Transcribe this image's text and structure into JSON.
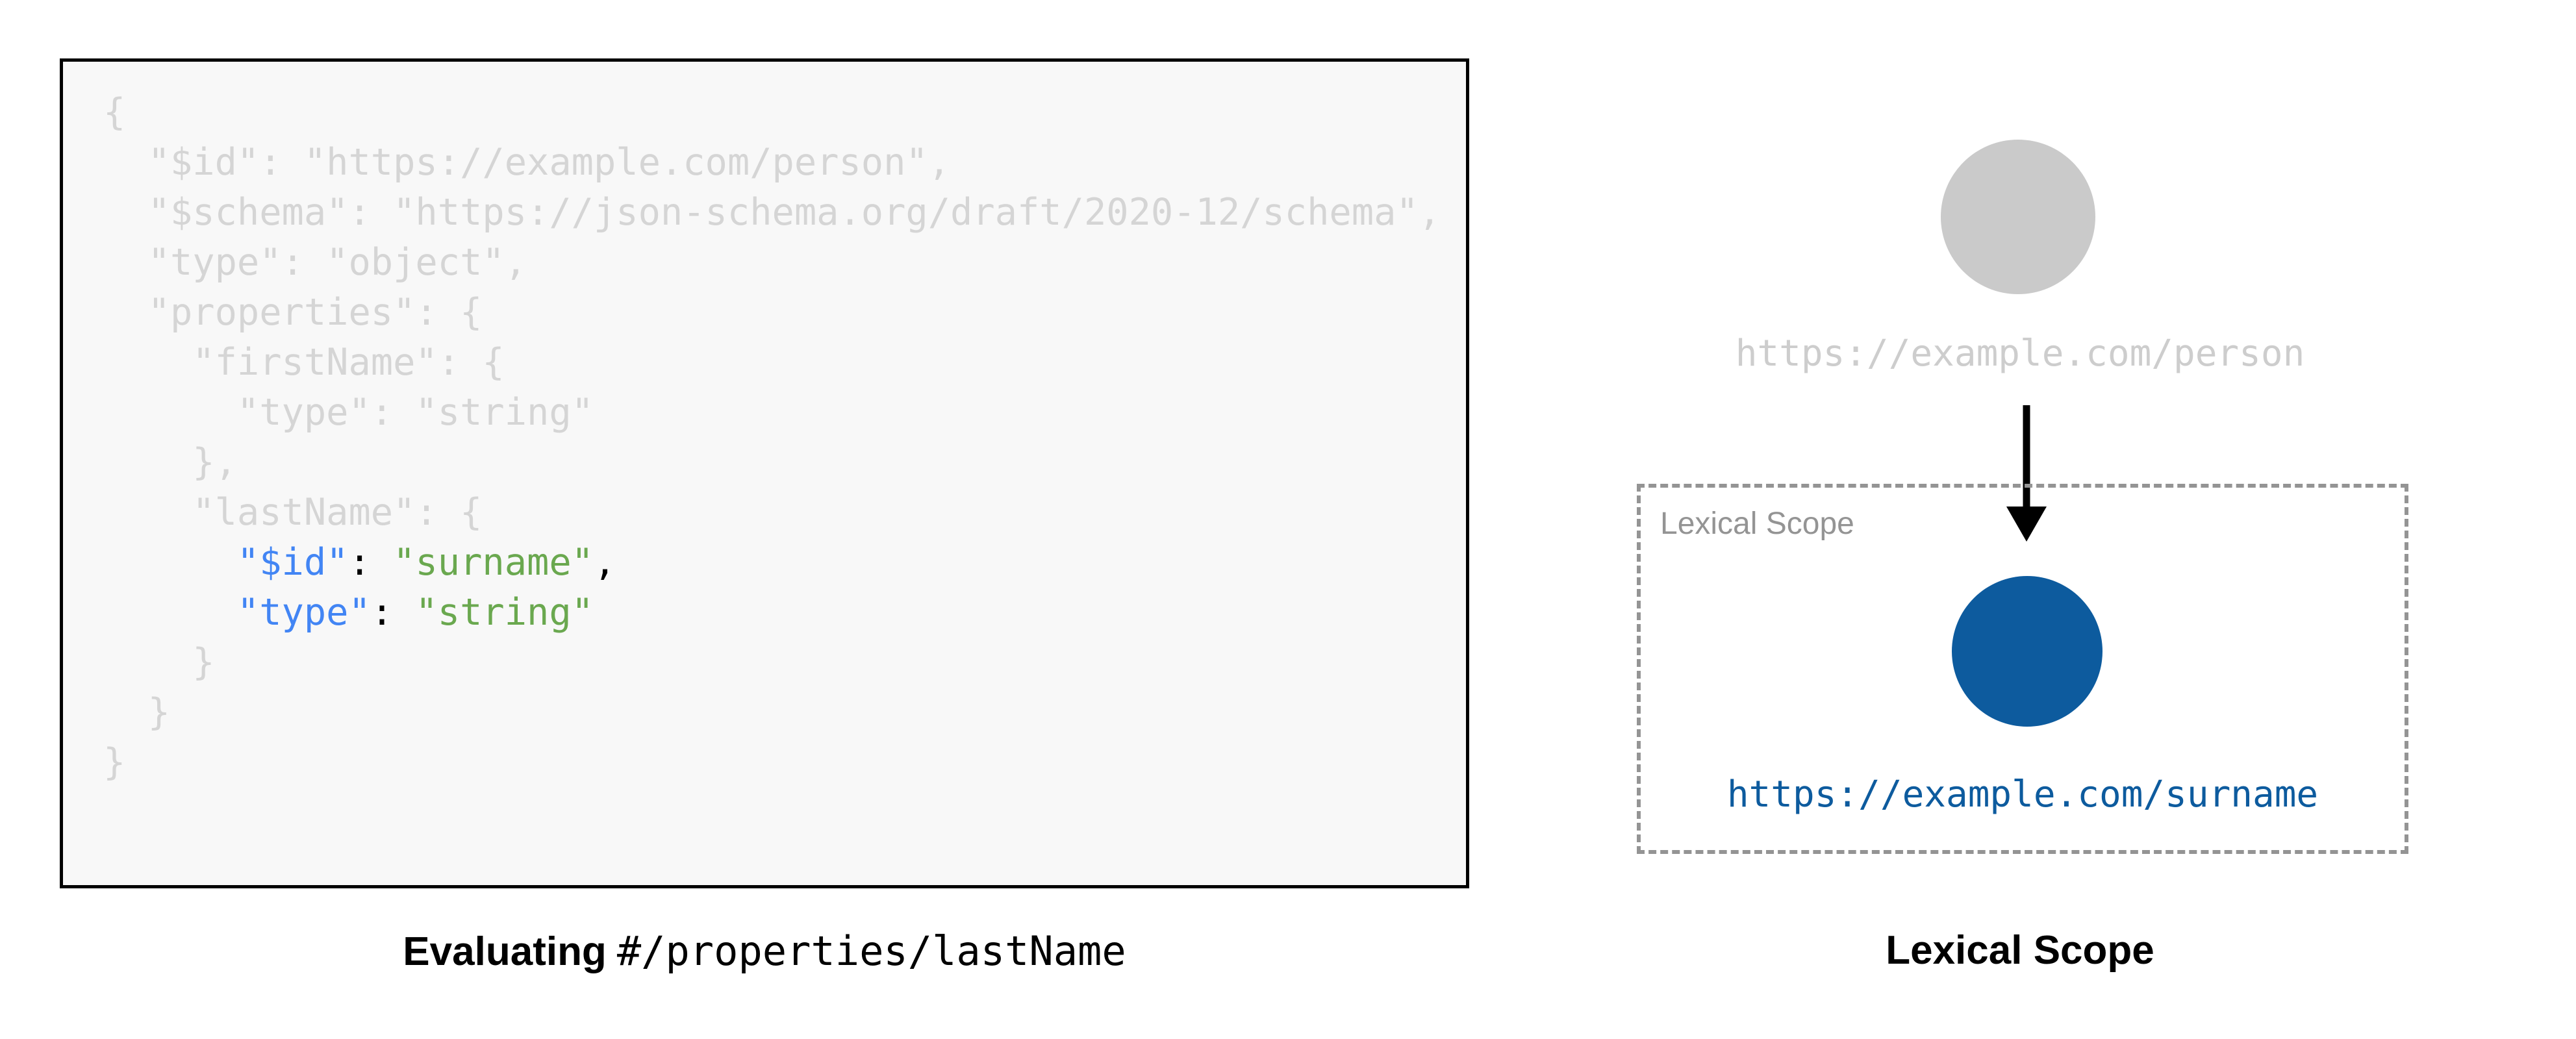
{
  "code_panel": {
    "background_color": "#f8f8f8",
    "border_color": "#000000",
    "faded_color": "#d5d5d5",
    "key_color": "#4285f4",
    "string_color": "#6aa84f",
    "punct_color": "#000000",
    "lines": [
      {
        "indent": 0,
        "faded": true,
        "text": "{"
      },
      {
        "indent": 1,
        "faded": true,
        "text": "\"$id\": \"https://example.com/person\","
      },
      {
        "indent": 1,
        "faded": true,
        "text": "\"$schema\": \"https://json-schema.org/draft/2020-12/schema\","
      },
      {
        "indent": 1,
        "faded": true,
        "text": "\"type\": \"object\","
      },
      {
        "indent": 1,
        "faded": true,
        "text": "\"properties\": {"
      },
      {
        "indent": 2,
        "faded": true,
        "text": "\"firstName\": {"
      },
      {
        "indent": 3,
        "faded": true,
        "text": "\"type\": \"string\""
      },
      {
        "indent": 2,
        "faded": true,
        "text": "},"
      },
      {
        "indent": 2,
        "faded": true,
        "text": "\"lastName\": {"
      },
      {
        "indent": 3,
        "faded": false,
        "key": "\"$id\"",
        "sep": ": ",
        "value": "\"surname\"",
        "trail": ","
      },
      {
        "indent": 3,
        "faded": false,
        "key": "\"type\"",
        "sep": ": ",
        "value": "\"string\"",
        "trail": ""
      },
      {
        "indent": 2,
        "faded": true,
        "text": "}"
      },
      {
        "indent": 1,
        "faded": true,
        "text": "}"
      },
      {
        "indent": 0,
        "faded": true,
        "text": "}"
      }
    ],
    "caption_strong": "Evaluating",
    "caption_mono": "#/properties/lastName"
  },
  "diagram_panel": {
    "root_node": {
      "label": "https://example.com/person",
      "circle_color": "#cacaca",
      "label_color": "#cdcdcd"
    },
    "arrow": {
      "name": "downward-arrow",
      "color": "#000000"
    },
    "lexical_scope": {
      "box_label": "Lexical Scope",
      "box_label_color": "#949494",
      "border_color": "#949494",
      "border_style": "dashed",
      "node": {
        "label": "https://example.com/surname",
        "circle_color": "#0d5b9e",
        "label_color": "#0d5b9e"
      }
    },
    "caption": "Lexical Scope"
  }
}
